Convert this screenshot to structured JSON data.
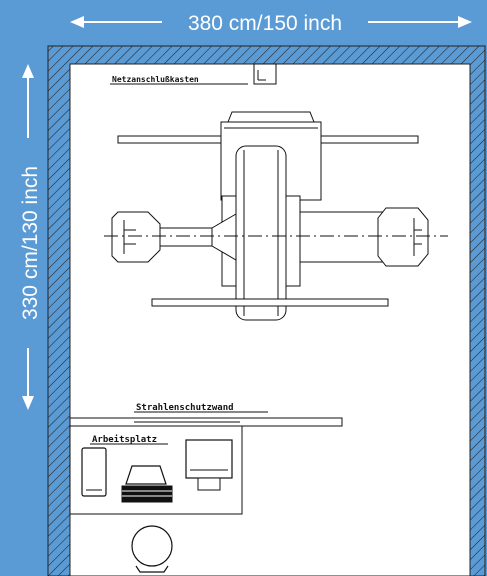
{
  "dimensions": {
    "width_label": "380 cm/150 inch",
    "height_label": "330 cm/130 inch"
  },
  "labels": {
    "power_box": "Netzanschlußkasten",
    "shield_wall": "Strahlenschutzwand",
    "workstation": "Arbeitsplatz"
  },
  "colors": {
    "background": "#5b9bd5",
    "room": "#ffffff",
    "ink": "#111111"
  }
}
